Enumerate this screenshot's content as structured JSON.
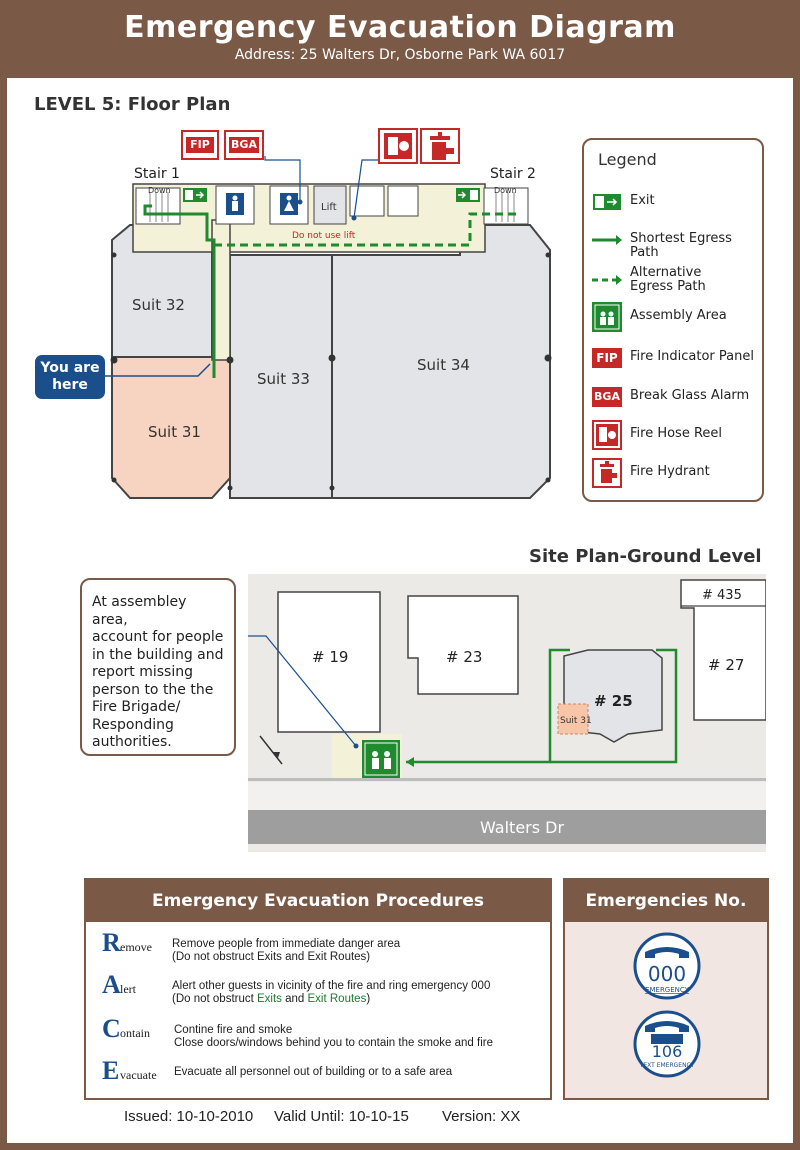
{
  "header": {
    "title": "Emergency Evacuation Diagram",
    "address": "Address: 25 Walters Dr, Osborne Park WA 6017"
  },
  "floor_plan": {
    "title": "LEVEL 5: Floor Plan",
    "stair1": "Stair 1",
    "stair2": "Stair 2",
    "down1": "Down",
    "down2": "Down",
    "lift": "Lift",
    "do_not_use_lift": "Do not use lift",
    "fip": "FIP",
    "bga": "BGA",
    "suits": [
      "Suit 32",
      "Suit 33",
      "Suit 34",
      "Suit 31"
    ],
    "you_are_here": [
      "You are",
      "here"
    ],
    "colors": {
      "path": "#1f8a2e",
      "you_are_here": "#1b4f8c",
      "current_suite": "#f7d3c1",
      "suite": "#e3e4e8",
      "corridor": "#f3f1d8"
    }
  },
  "legend": {
    "title": "Legend",
    "items": [
      {
        "icon": "exit-icon",
        "label": "Exit"
      },
      {
        "icon": "shortest-path-icon",
        "label": "Shortest Egress Path"
      },
      {
        "icon": "alternative-path-icon",
        "label": [
          "Alternative",
          "Egress Path"
        ]
      },
      {
        "icon": "assembly-area-icon",
        "label": "Assembly Area"
      },
      {
        "icon": "fip-icon",
        "label": "Fire Indicator Panel",
        "badge": "FIP"
      },
      {
        "icon": "bga-icon",
        "label": "Break Glass Alarm",
        "badge": "BGA"
      },
      {
        "icon": "fire-hose-reel-icon",
        "label": "Fire Hose Reel"
      },
      {
        "icon": "fire-hydrant-icon",
        "label": "Fire Hydrant"
      }
    ]
  },
  "site_plan": {
    "title": "Site Plan-Ground Level",
    "callout": [
      "At assembley area,",
      "account for people",
      "in the building and",
      "report missing",
      "person to the the",
      "Fire Brigade/",
      "Responding",
      "authorities."
    ],
    "buildings": [
      "# 19",
      "# 23",
      "# 25",
      "# 435",
      "# 27"
    ],
    "suit31": "Suit 31",
    "road": "Walters Dr"
  },
  "procedures": {
    "title": "Emergency Evacuation Procedures",
    "race": [
      {
        "letter": "R",
        "rest": "emove",
        "lines": [
          "Remove people from immediate danger area",
          "(Do not obstruct Exits and Exit Routes)"
        ]
      },
      {
        "letter": "A",
        "rest": "lert",
        "line1": "Alert other guests in vicinity of the fire and ring emergency 000",
        "line2_pre": "(Do not obstruct ",
        "line2_exits": "Exits",
        "line2_and": " and ",
        "line2_routes": "Exit Routes",
        "line2_post": ")"
      },
      {
        "letter": "C",
        "rest": "ontain",
        "lines": [
          "Contine fire and smoke",
          "Close doors/windows behind you to contain the smoke and fire"
        ]
      },
      {
        "letter": "E",
        "rest": "vacuate",
        "lines": [
          "Evacuate all personnel out of building or to a safe area"
        ]
      }
    ]
  },
  "emergencies": {
    "title": "Emergencies No.",
    "emergency_number": "000",
    "emergency_label": "EMERGENCY",
    "text_number": "106",
    "text_label": "TEXT EMERGENCY"
  },
  "footer": {
    "issued": "Issued: 10-10-2010",
    "valid": "Valid Until: 10-10-15",
    "version": "Version: XX"
  }
}
